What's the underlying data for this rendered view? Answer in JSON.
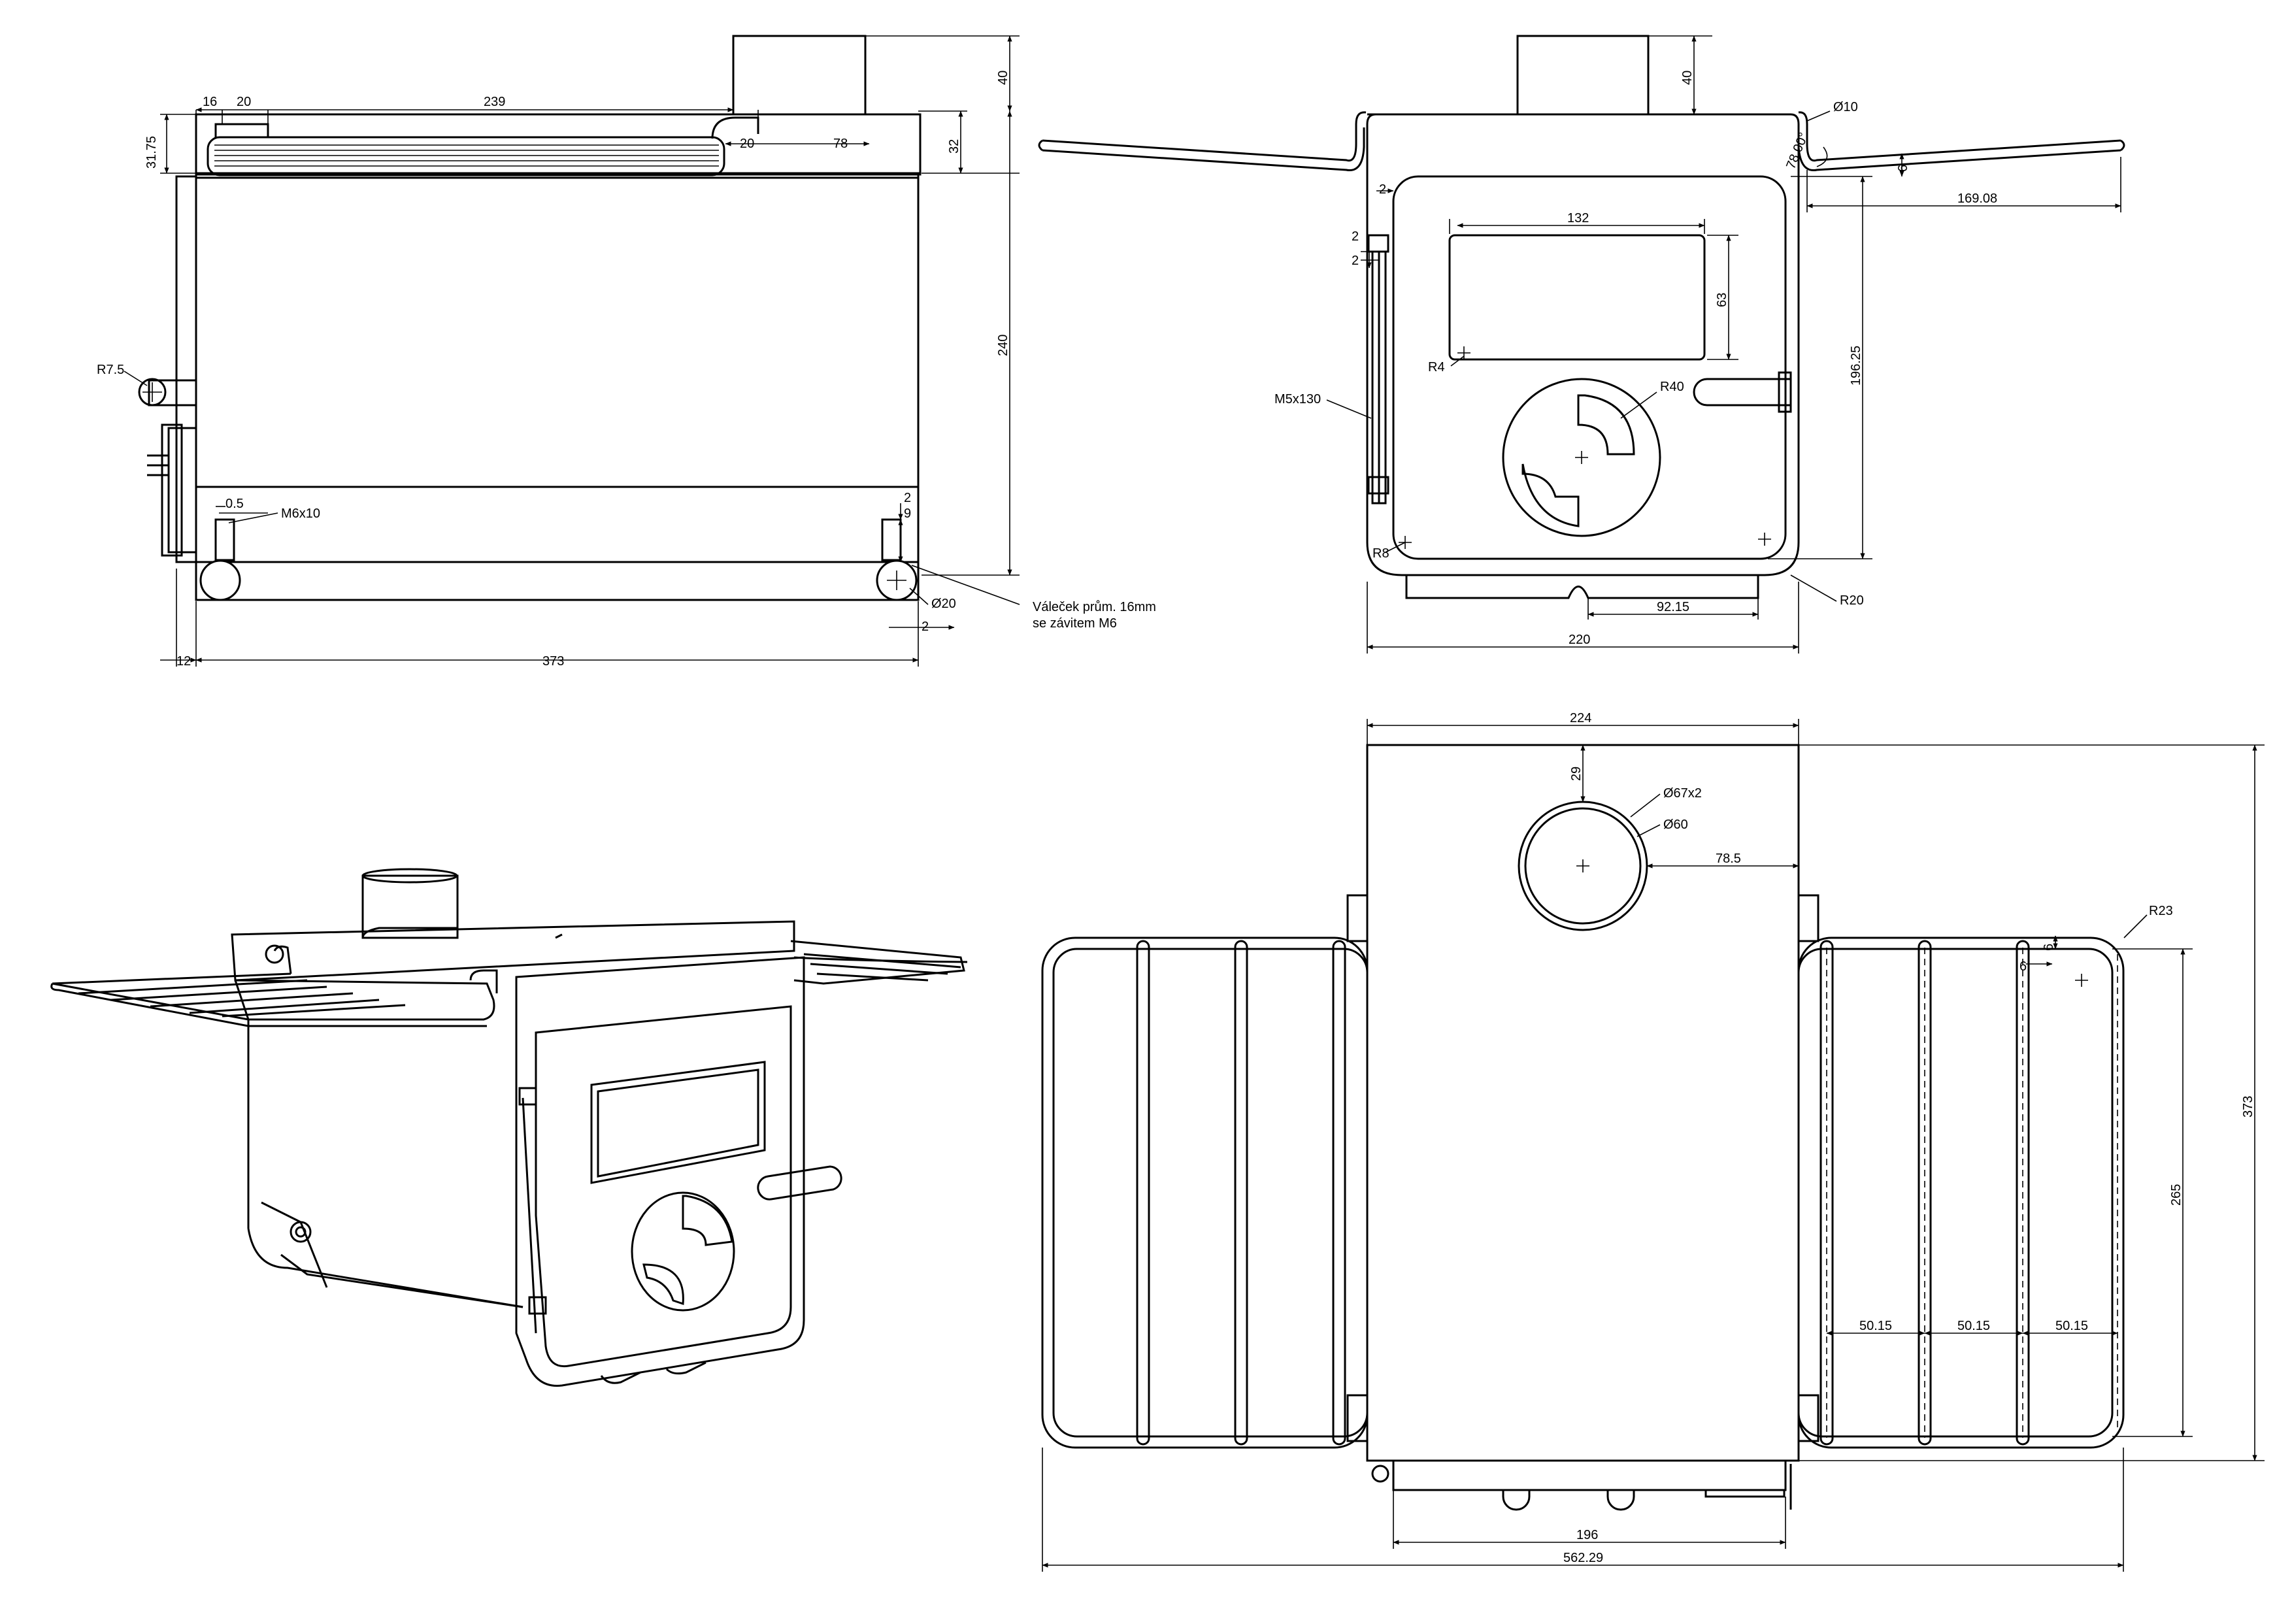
{
  "side_view": {
    "d_16": "16",
    "d_20a": "20",
    "d_239": "239",
    "d_31_75": "31.75",
    "d_20b": "20",
    "d_78": "78",
    "d_32": "32",
    "d_40": "40",
    "d_240": "240",
    "d_r7_5": "R7.5",
    "d_0_5": "0.5",
    "d_m6x10": "M6x10",
    "d_2a": "2",
    "d_9": "9",
    "d_o20": "Ø20",
    "d_2b": "2",
    "d_12": "12",
    "d_373": "373",
    "note_line1": "Váleček prům. 16mm",
    "note_line2": "se závitem M6"
  },
  "front_view": {
    "d_40": "40",
    "d_o10": "Ø10",
    "d_78_00": "78.00°",
    "d_6": "6",
    "d_169_08": "169.08",
    "d_2a": "2",
    "d_132": "132",
    "d_2b": "2",
    "d_2c": "2",
    "d_63": "63",
    "d_r4": "R4",
    "d_196_25": "196.25",
    "d_r40": "R40",
    "d_m5x130": "M5x130",
    "d_r8": "R8",
    "d_92_15": "92.15",
    "d_r20": "R20",
    "d_220": "220"
  },
  "top_view": {
    "d_224": "224",
    "d_29": "29",
    "d_o67x2": "Ø67x2",
    "d_o60": "Ø60",
    "d_78_5": "78.5",
    "d_r23": "R23",
    "d_6a": "6",
    "d_6b": "6",
    "d_373": "373",
    "d_265": "265",
    "d_50_15a": "50.15",
    "d_50_15b": "50.15",
    "d_50_15c": "50.15",
    "d_196": "196",
    "d_562_29": "562.29"
  }
}
